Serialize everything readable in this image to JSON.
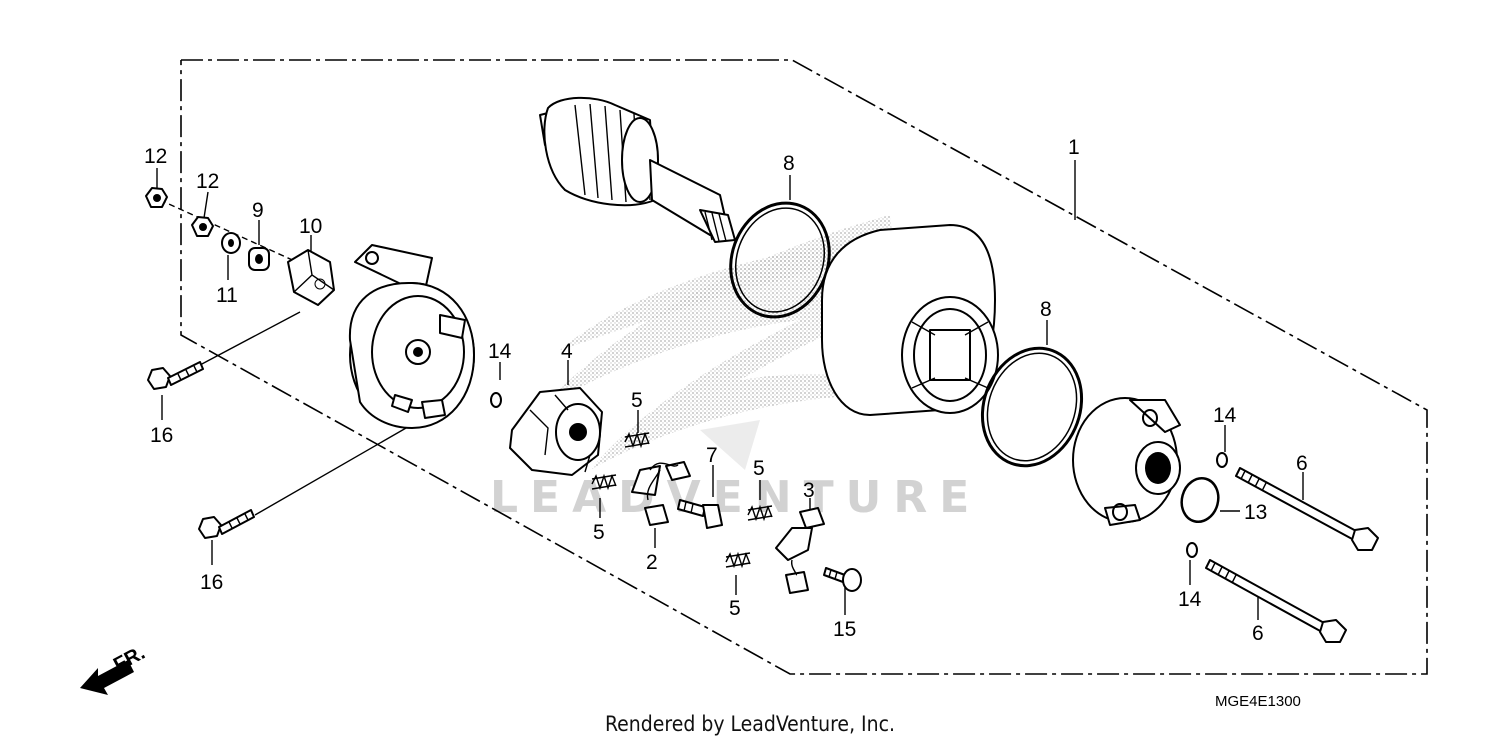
{
  "diagram": {
    "callouts": [
      {
        "id": "c1",
        "text": "1"
      },
      {
        "id": "c2",
        "text": "2"
      },
      {
        "id": "c3",
        "text": "3"
      },
      {
        "id": "c4",
        "text": "4"
      },
      {
        "id": "c5a",
        "text": "5"
      },
      {
        "id": "c5b",
        "text": "5"
      },
      {
        "id": "c5c",
        "text": "5"
      },
      {
        "id": "c5d",
        "text": "5"
      },
      {
        "id": "c6a",
        "text": "6"
      },
      {
        "id": "c6b",
        "text": "6"
      },
      {
        "id": "c7",
        "text": "7"
      },
      {
        "id": "c8a",
        "text": "8"
      },
      {
        "id": "c8b",
        "text": "8"
      },
      {
        "id": "c9",
        "text": "9"
      },
      {
        "id": "c10",
        "text": "10"
      },
      {
        "id": "c11",
        "text": "11"
      },
      {
        "id": "c12a",
        "text": "12"
      },
      {
        "id": "c12b",
        "text": "12"
      },
      {
        "id": "c13",
        "text": "13"
      },
      {
        "id": "c14a",
        "text": "14"
      },
      {
        "id": "c14b",
        "text": "14"
      },
      {
        "id": "c14c",
        "text": "14"
      },
      {
        "id": "c15",
        "text": "15"
      },
      {
        "id": "c16a",
        "text": "16"
      },
      {
        "id": "c16b",
        "text": "16"
      }
    ],
    "front_marker": "FR.",
    "diagram_code": "MGE4E1300",
    "watermark": "LEADVENTURE"
  },
  "footer": {
    "credit": "Rendered by LeadVenture, Inc."
  }
}
